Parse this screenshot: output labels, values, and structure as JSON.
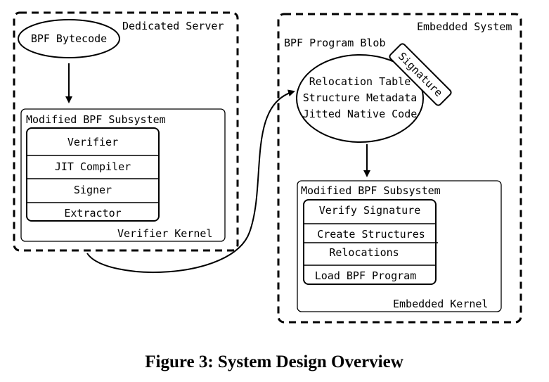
{
  "left_panel": {
    "title": "Dedicated Server",
    "bytecode": "BPF Bytecode",
    "subsystem_title": "Modified BPF Subsystem",
    "stack": [
      "Verifier",
      "JIT Compiler",
      "Signer",
      "Extractor"
    ],
    "kernel_label": "Verifier Kernel"
  },
  "right_panel": {
    "title": "Embedded System",
    "blob_title": "BPF Program Blob",
    "blob_lines": [
      "Relocation Table",
      "Structure Metadata",
      "Jitted Native Code"
    ],
    "signature": "Signature",
    "subsystem_title": "Modified BPF Subsystem",
    "stack": [
      "Verify Signature",
      "Create Structures",
      "Relocations",
      "Load BPF Program"
    ],
    "kernel_label": "Embedded Kernel"
  },
  "caption": "Figure 3: System Design Overview"
}
